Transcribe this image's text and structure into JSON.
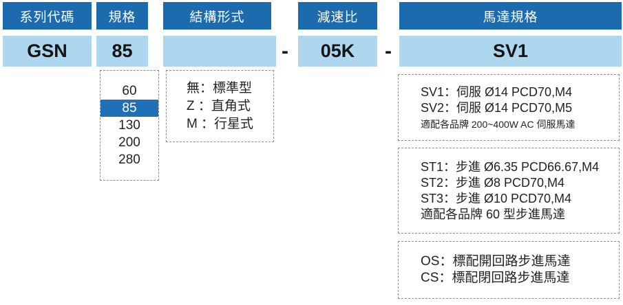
{
  "colors": {
    "header_bg": "#1b6bae",
    "cell_bg": "#aed6ef",
    "highlight_bg": "#1f70b6",
    "dashed_border": "#8c8c8c"
  },
  "columns": [
    {
      "id": "series",
      "header": "系列代碼",
      "value": "GSN"
    },
    {
      "id": "size",
      "header": "規格",
      "value": "85"
    },
    {
      "id": "structure",
      "header": "結構形式",
      "value": ""
    },
    {
      "id": "ratio",
      "header": "減速比",
      "value": "05K"
    },
    {
      "id": "motor",
      "header": "馬達規格",
      "value": "SV1"
    }
  ],
  "separator": "-",
  "size_options": {
    "items": [
      "60",
      "85",
      "130",
      "200",
      "280"
    ],
    "selected": "85"
  },
  "structure_options": [
    "無：標準型",
    "Z ：直角式",
    "M ：行星式"
  ],
  "motor_boxes": {
    "servo": {
      "lines": [
        "SV1：伺服 Ø14 PCD70,M4",
        "SV2：伺服 Ø14 PCD70,M5"
      ],
      "note": "適配各品牌 200~400W AC 伺服馬達"
    },
    "stepper": {
      "lines": [
        "ST1：步進 Ø6.35 PCD66.67,M4",
        "ST2：步進 Ø8 PCD70,M4",
        "ST3：步進 Ø10 PCD70,M4",
        "適配各品牌 60 型步進馬達"
      ]
    },
    "loop": {
      "lines": [
        "OS：標配開回路步進馬達",
        "CS：標配閉回路步進馬達"
      ]
    }
  }
}
